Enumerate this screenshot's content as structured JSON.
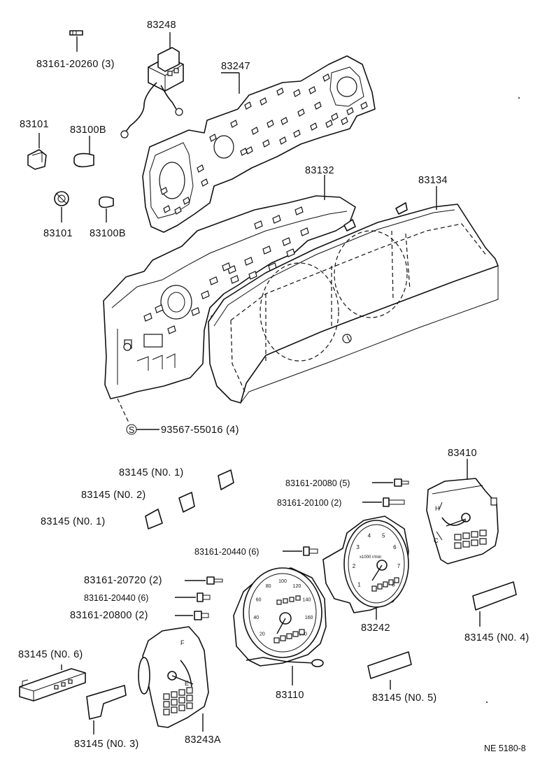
{
  "labels": {
    "p83248": "83248",
    "p83161_20260": "83161-20260 (3)",
    "p83247": "83247",
    "p83101_a": "83101",
    "p83100b_a": "83100B",
    "p83101_b": "83101",
    "p83100b_b": "83100B",
    "p83132": "83132",
    "p83134": "83134",
    "p93567": "93567-55016 (4)",
    "screw_symbol": "S",
    "p83410": "83410",
    "p83145_no1_top": "83145 (N0. 1)",
    "p83145_no2": "83145 (N0. 2)",
    "p83145_no1_mid": "83145 (N0. 1)",
    "p83161_20080": "83161-20080 (5)",
    "p83161_20100": "83161-20100 (2)",
    "p83161_20440_a": "83161-20440 (6)",
    "p83161_20720": "83161-20720 (2)",
    "p83161_20440_b": "83161-20440 (6)",
    "p83161_20800": "83161-20800 (2)",
    "p83242": "83242",
    "p83145_no4": "83145 (N0. 4)",
    "p83145_no6": "83145 (N0. 6)",
    "p83110": "83110",
    "p83145_no5": "83145 (N0. 5)",
    "p83145_no3": "83145 (N0. 3)",
    "p83243a": "83243A",
    "drawing_id": "NE 5180-8"
  },
  "gauge_text": {
    "speedo_ticks": [
      "20",
      "40",
      "60",
      "80",
      "100",
      "120",
      "140",
      "160",
      "180"
    ],
    "tacho_ticks": [
      "1",
      "2",
      "3",
      "4",
      "5",
      "6",
      "7",
      "8"
    ],
    "tacho_unit": "x1000 r/min",
    "fuel_f": "F",
    "fuel_e": "E",
    "temp_h": "H",
    "temp_c": "C"
  }
}
